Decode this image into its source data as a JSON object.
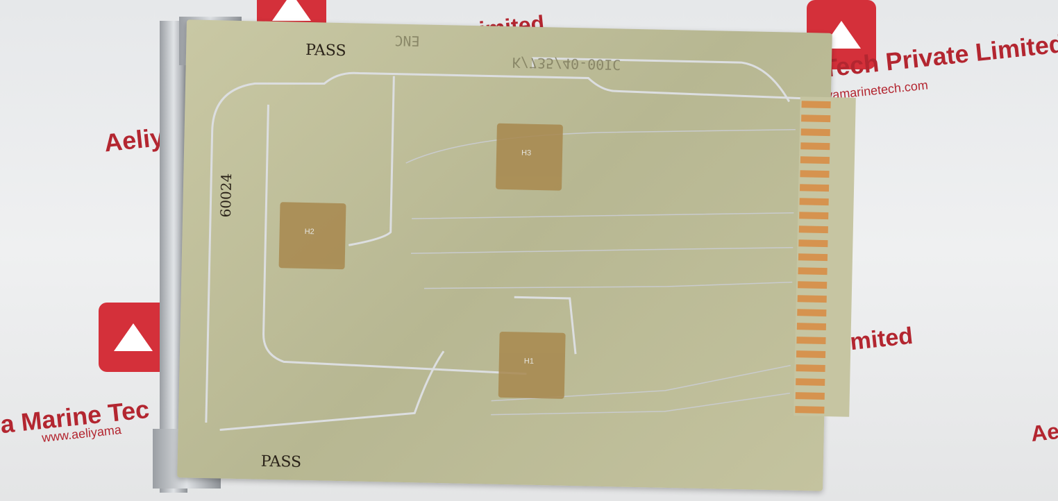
{
  "watermarks": {
    "top_right_line1": "Tech Private Limited",
    "top_right_line2": "yamarinetech.com",
    "left_mid": "Aeliya",
    "bottom_left_line1": "a Marine Tec",
    "bottom_left_line2": "www.aeliyama",
    "right_mid": "imited",
    "far_right": "Ae",
    "top_mid": "imited"
  },
  "board": {
    "stamp_top": "PASS",
    "stamp_bottom": "PASS",
    "serial": "60024",
    "part_number": "K/735/40-00IC",
    "top_label": "ENC",
    "chips": [
      "H2",
      "H3",
      "H1"
    ]
  },
  "colors": {
    "brand": "#d4303a",
    "board": "#c2c19c",
    "traces": "#d8dadc"
  }
}
